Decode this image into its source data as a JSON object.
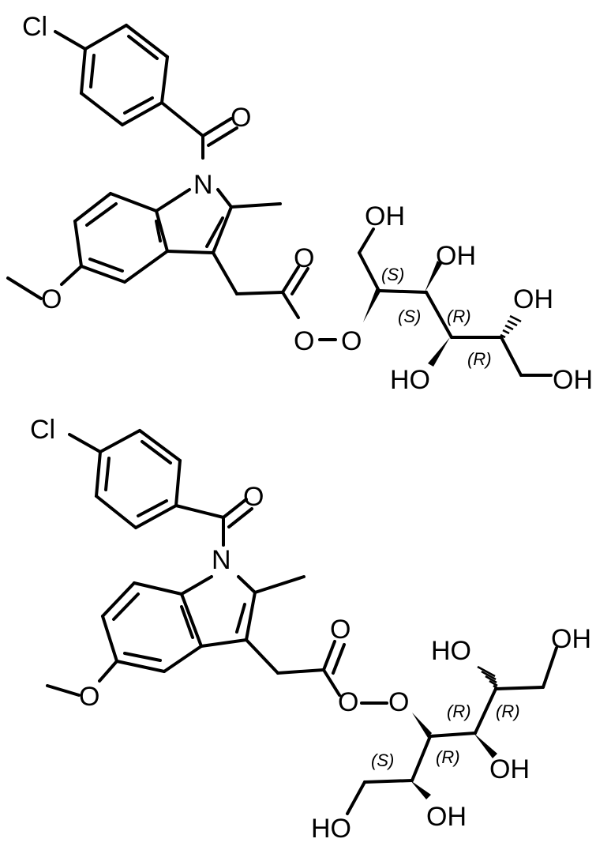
{
  "structures": [
    {
      "atoms": {
        "cl": "Cl",
        "n": "N",
        "o_ketone": "O",
        "o_methoxy": "O",
        "o_ester_carbonyl": "O",
        "o_peroxide_1": "O",
        "o_peroxide_2": "O",
        "oh_top": "OH",
        "oh_c3": "OH",
        "oh_c5": "OH",
        "ho_c4": "HO",
        "oh_terminal": "OH"
      },
      "stereo_labels": [
        "(S)",
        "(S)",
        "(R)",
        "(R)"
      ]
    },
    {
      "atoms": {
        "cl": "Cl",
        "n": "N",
        "o_ketone": "O",
        "o_methoxy": "O",
        "o_ester_carbonyl": "O",
        "o_peroxide_1": "O",
        "o_peroxide_2": "O",
        "ho_c5": "HO",
        "oh_terminal": "OH",
        "oh_c4": "OH",
        "oh_c2": "OH",
        "ho_bottom": "HO"
      },
      "stereo_labels": [
        "(R)",
        "(R)",
        "(R)",
        "(S)"
      ]
    }
  ]
}
